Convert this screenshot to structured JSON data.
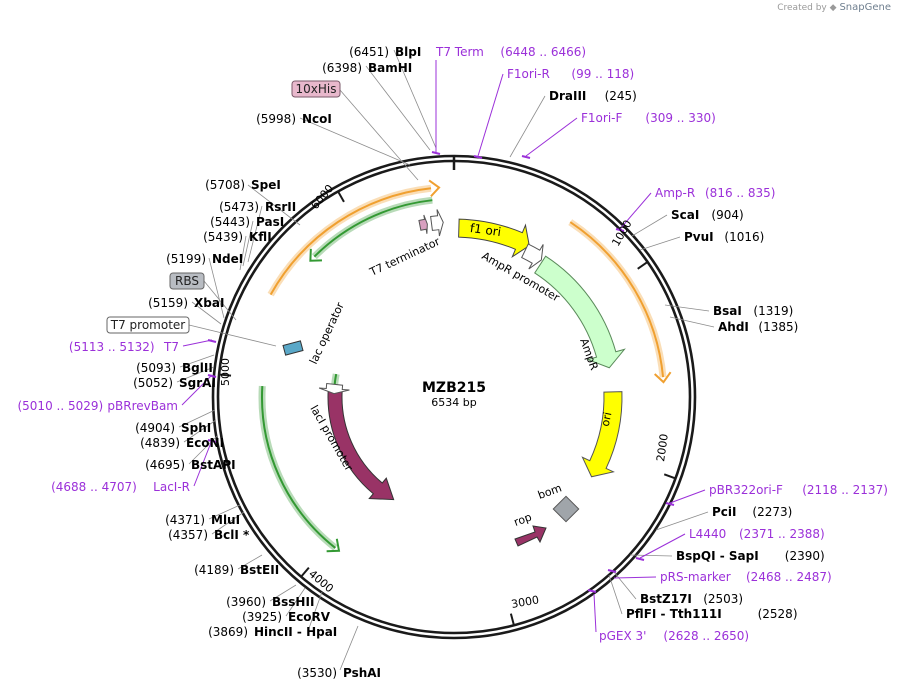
{
  "app": {
    "credit_prefix": "Created by",
    "credit_brand": "SnapGene"
  },
  "plasmid": {
    "name": "MZB215",
    "length_label": "6534 bp",
    "length": 6534
  },
  "colors": {
    "backbone": "#1a1a1a",
    "primer": "#9b30d9",
    "site_text": "#000000",
    "leader": "#8c8c8c",
    "f1ori": "#ffff00",
    "ori": "#ffff00",
    "ampr": "#ccffcc",
    "lacI": "#993366",
    "rop": "#993366",
    "bom": "#a0a5aa",
    "orange_orf": "#f0a030",
    "green_orf": "#339933"
  },
  "tick_labels": [
    {
      "text": "1000",
      "pos": 1000
    },
    {
      "text": "2000",
      "pos": 2000
    },
    {
      "text": "3000",
      "pos": 3000
    },
    {
      "text": "4000",
      "pos": 4000
    },
    {
      "text": "5000",
      "pos": 5000
    },
    {
      "text": "6000",
      "pos": 6000
    }
  ],
  "features": [
    {
      "label": "f1 ori",
      "type": "f1ori"
    },
    {
      "label": "AmpR promoter",
      "type": "promoter"
    },
    {
      "label": "AmpR",
      "type": "cds"
    },
    {
      "label": "ori",
      "type": "ori"
    },
    {
      "label": "lacI",
      "type": "cds"
    },
    {
      "label": "lacI promoter",
      "type": "promoter"
    },
    {
      "label": "rop",
      "type": "cds"
    },
    {
      "label": "bom",
      "type": "misc"
    },
    {
      "label": "lac operator",
      "type": "operator"
    },
    {
      "label": "T7 terminator",
      "type": "terminator"
    }
  ],
  "sites": [
    {
      "name": "BlpI",
      "pos": "(6451)"
    },
    {
      "name": "BamHI",
      "pos": "(6398)"
    },
    {
      "name": "NcoI",
      "pos": "(5998)"
    },
    {
      "name": "SpeI",
      "pos": "(5708)"
    },
    {
      "name": "RsrII",
      "pos": "(5473)"
    },
    {
      "name": "PasI",
      "pos": "(5443)"
    },
    {
      "name": "KflI",
      "pos": "(5439)"
    },
    {
      "name": "NdeI",
      "pos": "(5199)"
    },
    {
      "name": "XbaI",
      "pos": "(5159)"
    },
    {
      "name": "BglII",
      "pos": "(5093)"
    },
    {
      "name": "SgrAI",
      "pos": "(5052)"
    },
    {
      "name": "SphI",
      "pos": "(4904)"
    },
    {
      "name": "EcoNI",
      "pos": "(4839)"
    },
    {
      "name": "BstAPI",
      "pos": "(4695)"
    },
    {
      "name": "MluI",
      "pos": "(4371)"
    },
    {
      "name": "BclI *",
      "pos": "(4357)"
    },
    {
      "name": "BstEII",
      "pos": "(4189)"
    },
    {
      "name": "BssHII",
      "pos": "(3960)"
    },
    {
      "name": "EcoRV",
      "pos": "(3925)"
    },
    {
      "name": "HincII  - HpaI",
      "pos": "(3869)"
    },
    {
      "name": "PshAI",
      "pos": "(3530)"
    },
    {
      "name": "DraIII",
      "pos": "(245)"
    },
    {
      "name": "ScaI",
      "pos": "(904)"
    },
    {
      "name": "PvuI",
      "pos": "(1016)"
    },
    {
      "name": "BsaI",
      "pos": "(1319)"
    },
    {
      "name": "AhdI",
      "pos": "(1385)"
    },
    {
      "name": "PciI",
      "pos": "(2273)"
    },
    {
      "name": "BspQI  - SapI",
      "pos": "(2390)"
    },
    {
      "name": "BstZ17I",
      "pos": "(2503)"
    },
    {
      "name": "PflFI  - Tth111I",
      "pos": "(2528)"
    }
  ],
  "primers": [
    {
      "name": "T7 Term",
      "range": "(6448 .. 6466)"
    },
    {
      "name": "F1ori-R",
      "range": "(99 .. 118)"
    },
    {
      "name": "F1ori-F",
      "range": "(309 .. 330)"
    },
    {
      "name": "Amp-R",
      "range": "(816 .. 835)"
    },
    {
      "name": "pBR322ori-F",
      "range": "(2118 .. 2137)"
    },
    {
      "name": "L4440",
      "range": "(2371 .. 2388)"
    },
    {
      "name": "pRS-marker",
      "range": "(2468 .. 2487)"
    },
    {
      "name": "pGEX 3'",
      "range": "(2628 .. 2650)"
    },
    {
      "name": "T7",
      "range": "(5113 .. 5132)"
    },
    {
      "name": "pBRrevBam",
      "range": "(5010 .. 5029)"
    },
    {
      "name": "LacI-R",
      "range": "(4688 .. 4707)"
    }
  ],
  "boxed_features": [
    {
      "label": "10xHis",
      "style": "his"
    },
    {
      "label": "RBS",
      "style": "rbs"
    },
    {
      "label": "T7 promoter",
      "style": "promoter"
    }
  ]
}
